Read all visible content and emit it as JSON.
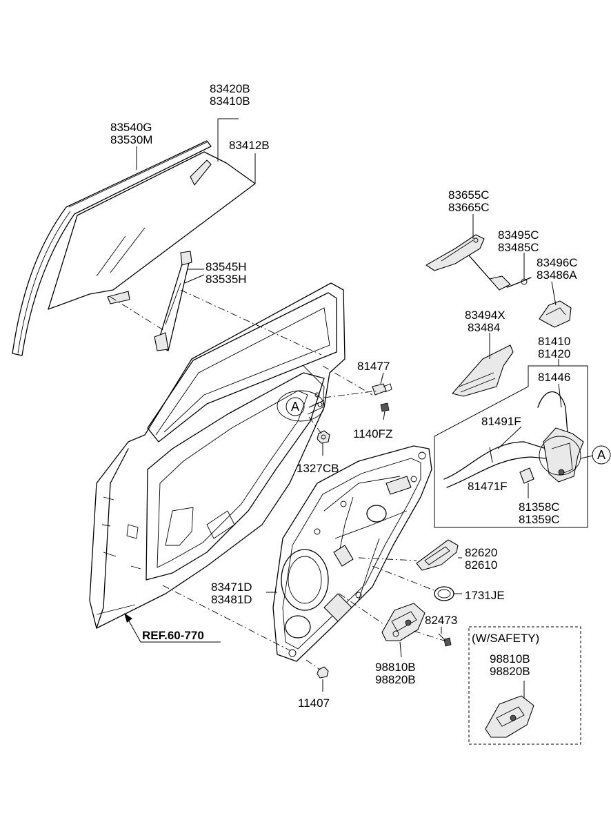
{
  "labels": {
    "glass_run_1": "83540G",
    "glass_run_2": "83530M",
    "glass_group_1": "83420B",
    "glass_group_2": "83410B",
    "glass_sub": "83412B",
    "channel_1": "83545H",
    "channel_2": "83535H",
    "handle_1": "83655C",
    "handle_2": "83665C",
    "rod_1": "83495C",
    "rod_2": "83485C",
    "latch_1": "83496C",
    "latch_2": "83486A",
    "bracket_1": "83494X",
    "bracket_2": "83484",
    "lock_group_1": "81410",
    "lock_group_2": "81420",
    "cable_a": "81446",
    "cable_b": "81491F",
    "cable_c": "81471F",
    "actuator_1": "81358C",
    "actuator_2": "81359C",
    "bolt": "81477",
    "screw": "1140FZ",
    "nut": "1327CB",
    "regulator_1": "83471D",
    "regulator_2": "83481D",
    "inside_handle_1": "82620",
    "inside_handle_2": "82610",
    "grommet": "1731JE",
    "motor_screw": "82473",
    "motor_1": "98810B",
    "motor_2": "98820B",
    "bottom_bolt": "11407",
    "ref": "REF.60-770",
    "safety_title": "(W/SAFETY)",
    "safety_motor_1": "98810B",
    "safety_motor_2": "98820B",
    "callout_left": "A",
    "callout_right": "A"
  }
}
